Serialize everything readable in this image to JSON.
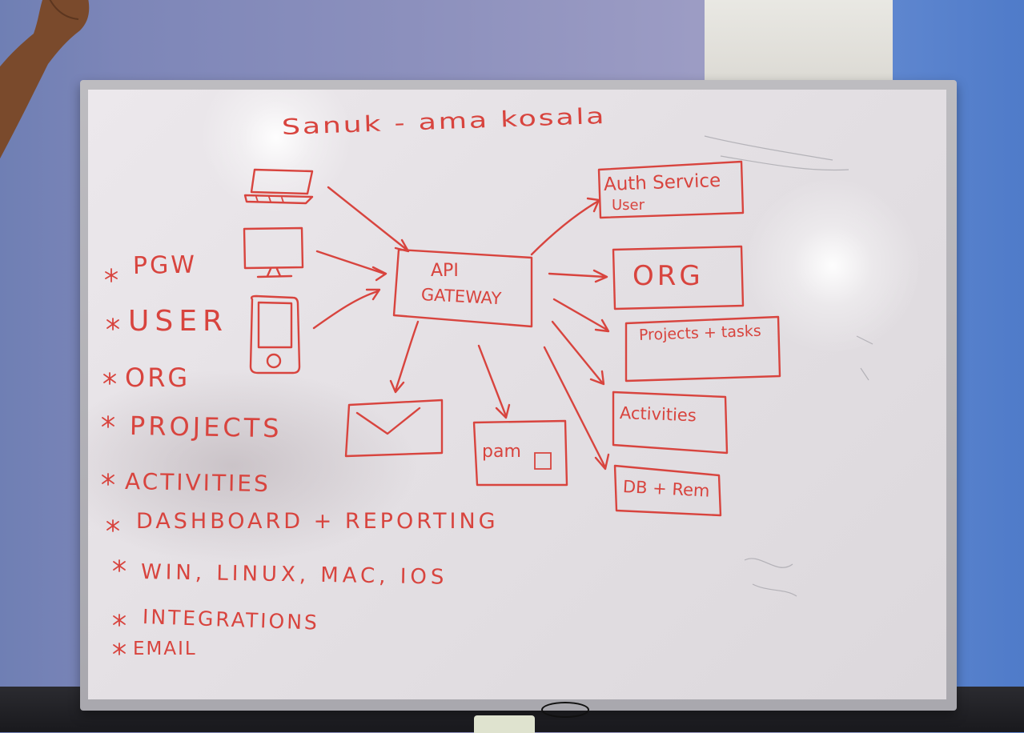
{
  "board": {
    "header": "Sanuk - ama kosala",
    "features": [
      "PGW",
      "USER",
      "ORG",
      "PROJECTS",
      "ACTIVITIES",
      "DASHBOARD + REPORTING",
      "WIN, LINUX, MAC, IOS",
      "INTEGRATIONS",
      "EMAIL"
    ],
    "gateway": {
      "line1": "API",
      "line2": "GATEWAY"
    },
    "services": [
      {
        "line1": "Auth Service",
        "line2": "User"
      },
      {
        "line1": "ORG",
        "line2": ""
      },
      {
        "line1": "Projects + tasks",
        "line2": ""
      },
      {
        "line1": "Activities",
        "line2": ""
      },
      {
        "line1": "DB + Rem",
        "line2": ""
      }
    ],
    "payment_box": "pam",
    "clients": [
      "laptop-icon",
      "monitor-icon",
      "phone-icon"
    ],
    "ink_color": "#d8443e"
  }
}
